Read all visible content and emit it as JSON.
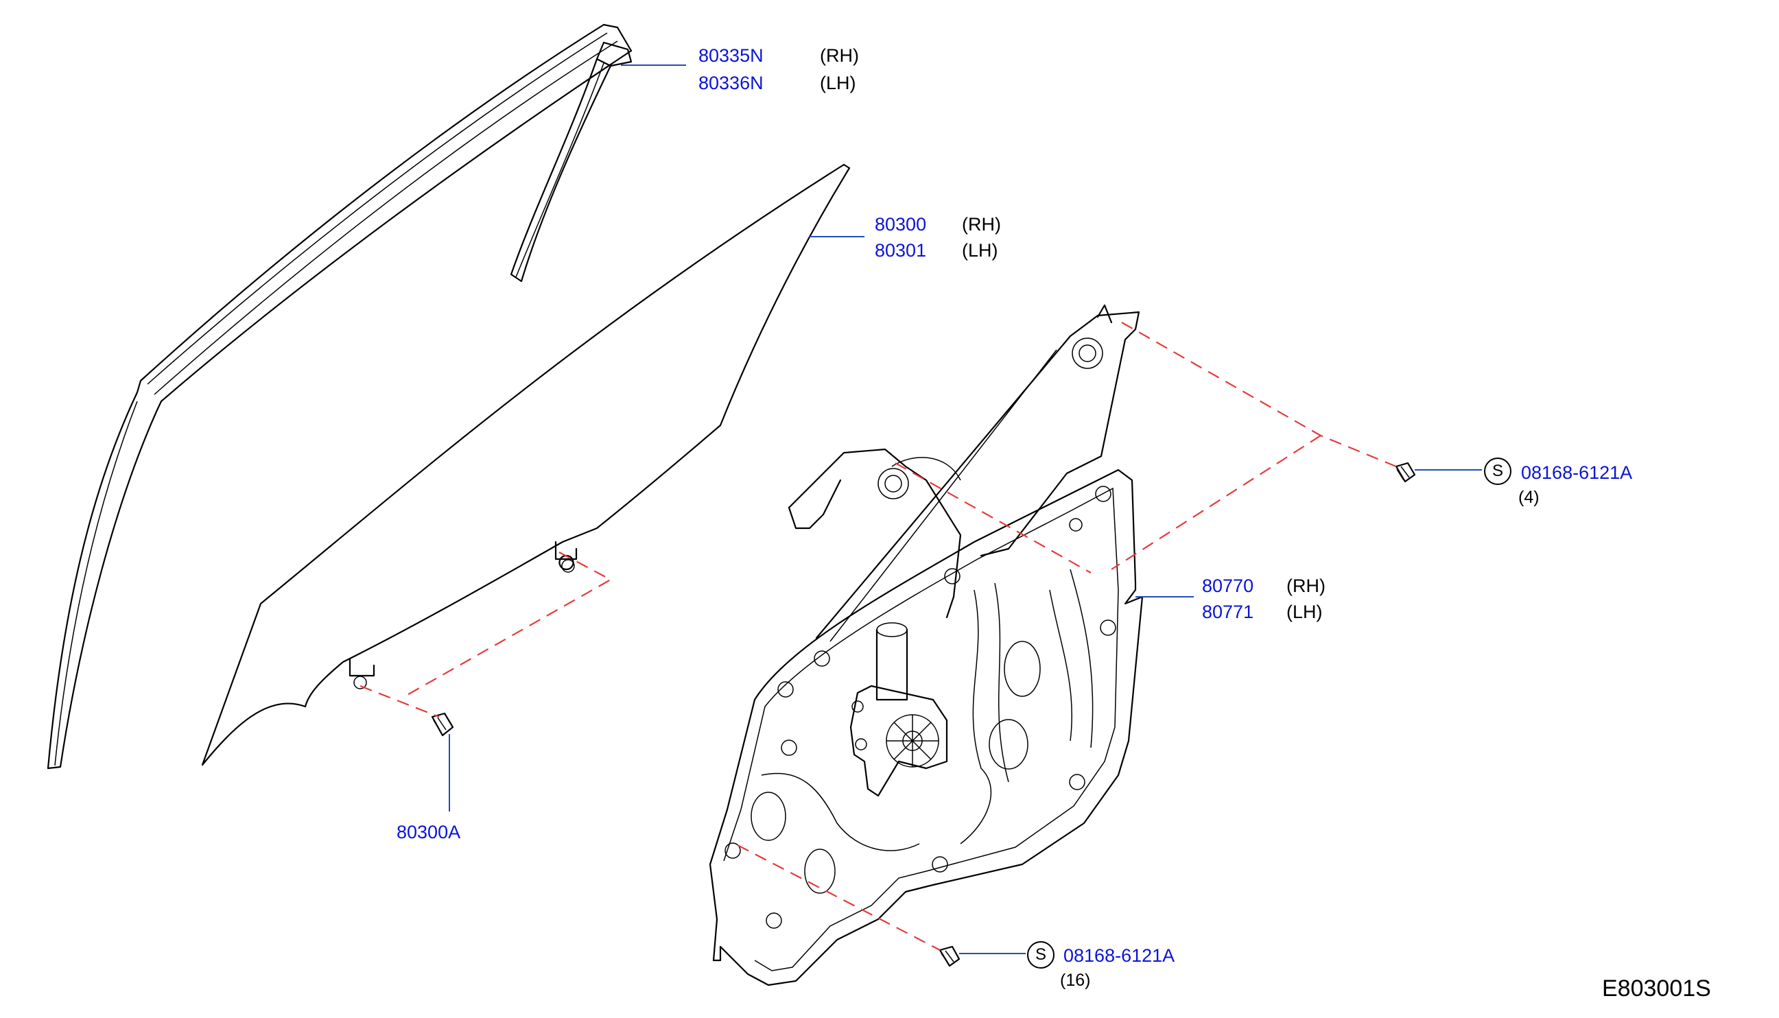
{
  "callouts": {
    "sash": {
      "rh_part": "80335N",
      "rh_side": "(RH)",
      "lh_part": "80336N",
      "lh_side": "(LH)"
    },
    "glass": {
      "rh_part": "80300",
      "rh_side": "(RH)",
      "lh_part": "80301",
      "lh_side": "(LH)"
    },
    "regulator": {
      "rh_part": "80770",
      "rh_side": "(RH)",
      "lh_part": "80771",
      "lh_side": "(LH)"
    },
    "glass_bolt": {
      "part": "80300A"
    },
    "bolt_upper": {
      "symbol": "S",
      "part": "08168-6121A",
      "qty": "(4)"
    },
    "bolt_lower": {
      "symbol": "S",
      "part": "08168-6121A",
      "qty": "(16)"
    }
  },
  "diagram_ref": "E803001S",
  "colors": {
    "part_number": "#0a14d8",
    "leader": "#1f4fb4",
    "dashed": "#e63b3b",
    "line": "#000000"
  }
}
